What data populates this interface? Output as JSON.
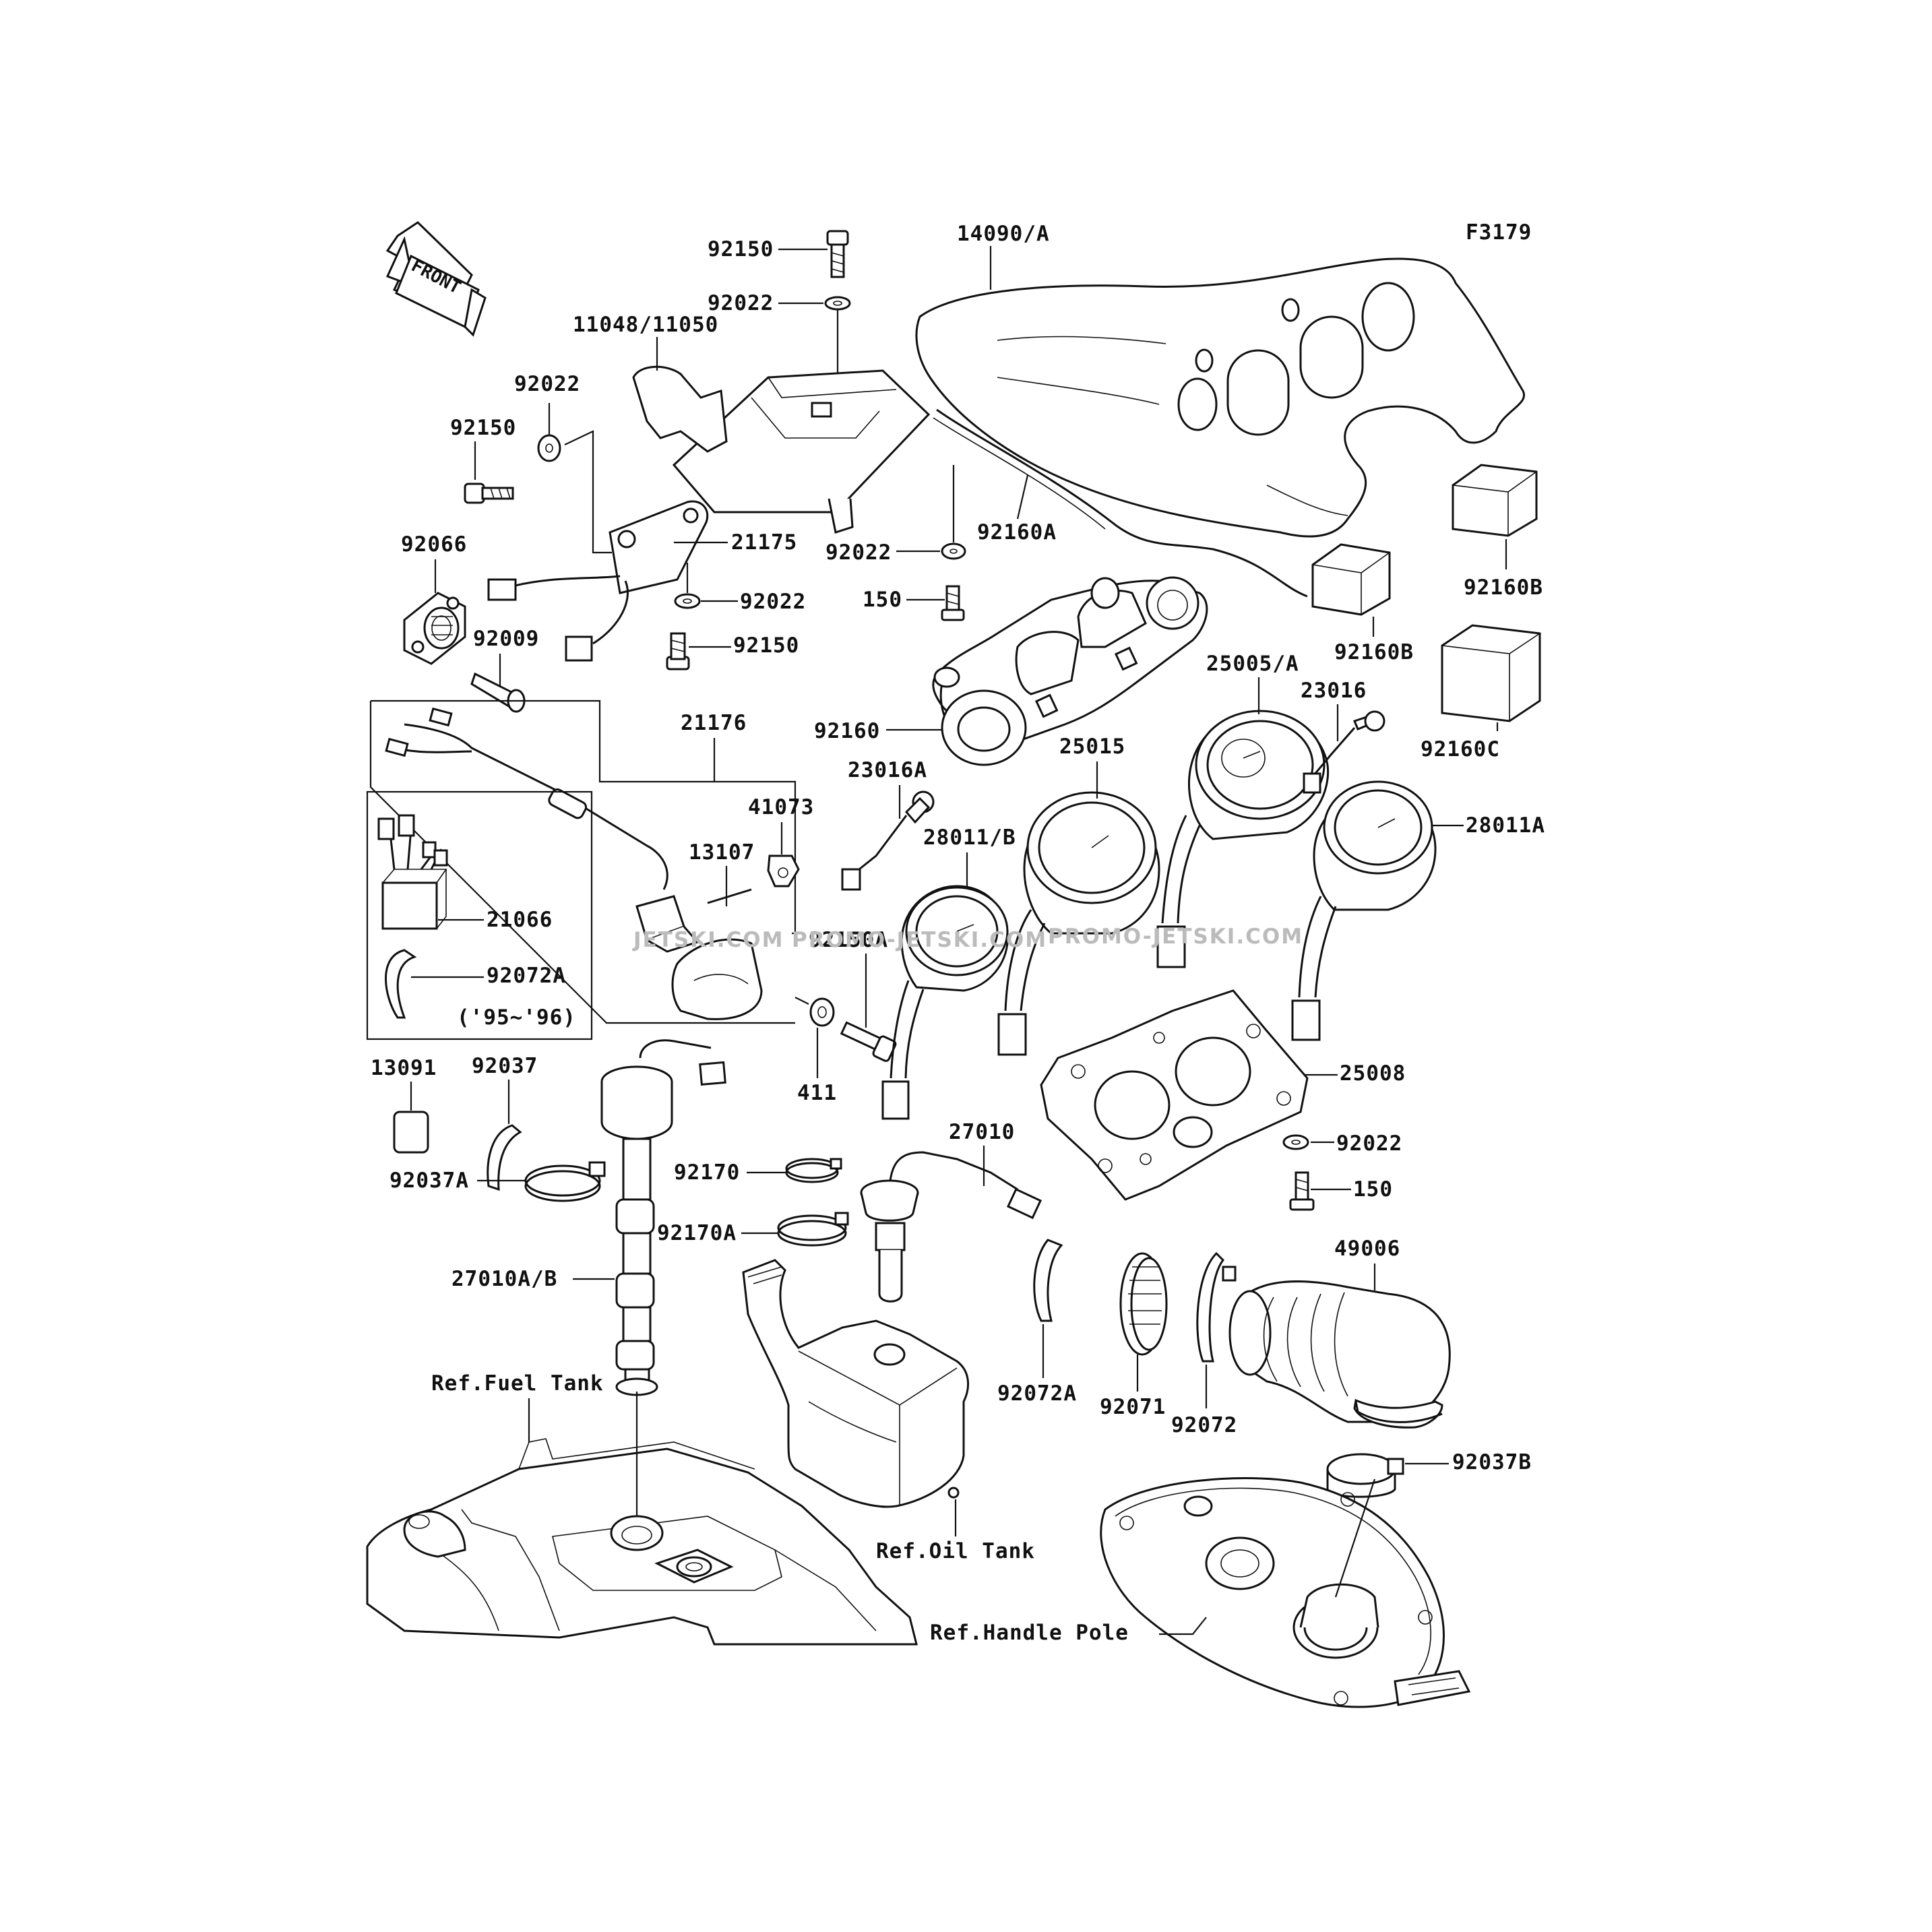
{
  "figure_code": "F3179",
  "front_arrow_label": "FRONT",
  "watermarks": [
    "JETSKI.COM",
    "PROMO-JETSKI.COM",
    "PROMO-JETSKI.COM"
  ],
  "variant_note": "('95~'96)",
  "parts": {
    "p92150_top": "92150",
    "p92022_top": "92022",
    "p14090": "14090/A",
    "p11048": "11048/11050",
    "p92022_left": "92022",
    "p92150_left": "92150",
    "p21175": "21175",
    "p92066": "92066",
    "p92022_mid": "92022",
    "p92009": "92009",
    "p92150_mid": "92150",
    "p92022_r": "92022",
    "p92160A": "92160A",
    "p150_top": "150",
    "p92160B_1": "92160B",
    "p92160B_2": "92160B",
    "p92160C": "92160C",
    "p25005": "25005/A",
    "p23016": "23016",
    "p92160": "92160",
    "p21176": "21176",
    "p25015": "25015",
    "p23016A": "23016A",
    "p41073": "41073",
    "p28011B": "28011/B",
    "p28011A": "28011A",
    "p13107": "13107",
    "p21066": "21066",
    "p92072A_box": "92072A",
    "p92150A": "92150A",
    "p411": "411",
    "p25008": "25008",
    "p13091": "13091",
    "p92037": "92037",
    "p92022_lower": "92022",
    "p27010": "27010",
    "p150_lower": "150",
    "p92037A": "92037A",
    "p92170": "92170",
    "p49006": "49006",
    "p92170A": "92170A",
    "p27010AB": "27010A/B",
    "p92072A_lower": "92072A",
    "p92071": "92071",
    "p92072": "92072",
    "p92037B": "92037B"
  },
  "references": {
    "fuel_tank": "Ref.Fuel Tank",
    "oil_tank": "Ref.Oil Tank",
    "handle_pole": "Ref.Handle Pole"
  }
}
